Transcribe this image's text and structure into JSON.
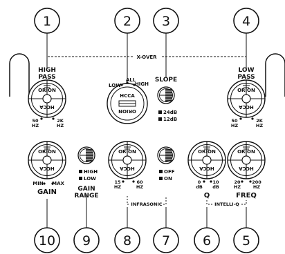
{
  "callouts": [
    "1",
    "2",
    "3",
    "4",
    "10",
    "9",
    "8",
    "7",
    "6",
    "5"
  ],
  "labels": {
    "xover": "X-OVER",
    "high_pass_1": "HIGH",
    "high_pass_2": "PASS",
    "hp_min_1": "50",
    "hp_min_2": "HZ",
    "hp_max_1": "2K",
    "hp_max_2": "HZ",
    "mode_low": "LOW",
    "mode_all": "ALL",
    "mode_high": "HIGH",
    "slope": "SLOPE",
    "slope_24": "24dB",
    "slope_12": "12dB",
    "low_pass_1": "LOW",
    "low_pass_2": "PASS",
    "lp_min_1": "50",
    "lp_min_2": "HZ",
    "lp_max_1": "2K",
    "lp_max_2": "HZ",
    "gain_min": "MIN",
    "gain_max": "MAX",
    "gain": "GAIN",
    "gr_high": "HIGH",
    "gr_low": "LOW",
    "gain_range_1": "GAIN",
    "gain_range_2": "RANGE",
    "inf_min_1": "15",
    "inf_min_2": "HZ",
    "inf_max_1": "60",
    "inf_max_2": "HZ",
    "infrasonic": "INFRASONIC",
    "inf_off": "OFF",
    "inf_on": "ON",
    "q_min_1": "0",
    "q_min_2": "dB",
    "q_max_1": "10",
    "q_max_2": "dB",
    "q": "Q",
    "intelliq": "INTELLI-Q",
    "freq_min_1": "20",
    "freq_min_2": "HZ",
    "freq_max_1": "200",
    "freq_max_2": "HZ",
    "freq": "FREQ"
  },
  "logo_text": "ORION",
  "logo_text_2": "HCCA"
}
